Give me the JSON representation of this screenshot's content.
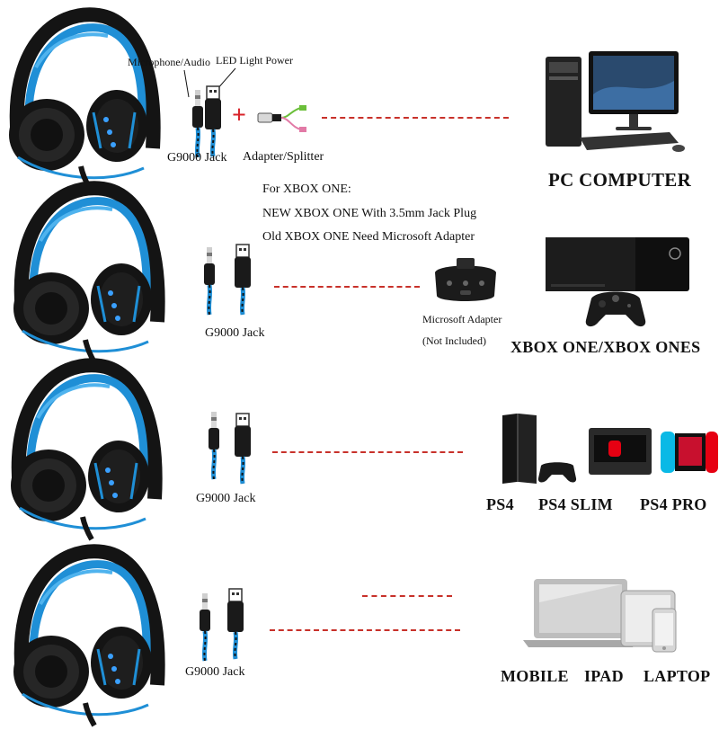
{
  "rows": [
    {
      "jack_label": "G9000 Jack",
      "mic_audio_label": "Microphone/Audio",
      "led_power_label": "LED Light Power",
      "adapter_label": "Adapter/Splitter",
      "plus": "+",
      "device_label": "PC COMPUTER"
    },
    {
      "jack_label": "G9000 Jack",
      "note_lines": [
        "For XBOX ONE:",
        "NEW XBOX ONE With 3.5mm Jack Plug",
        "Old XBOX ONE Need Microsoft Adapter"
      ],
      "adapter_label": "Microsoft Adapter",
      "adapter_note": "(Not Included)",
      "device_label": "XBOX ONE/XBOX ONES"
    },
    {
      "jack_label": "G9000 Jack",
      "device_labels": [
        "PS4",
        "PS4 SLIM",
        "PS4 PRO"
      ]
    },
    {
      "jack_label": "G9000 Jack",
      "device_labels": [
        "MOBILE",
        "IPAD",
        "LAPTOP"
      ]
    }
  ],
  "colors": {
    "accent_blue": "#1f8fd6",
    "headset_black": "#141414",
    "dash_red": "#c8312a",
    "switch_red": "#e60012",
    "switch_blue": "#0ab9e6"
  },
  "icons": [
    "headset-icon",
    "jack-plug-icon",
    "usb-plug-icon",
    "splitter-icon",
    "desktop-pc-icon",
    "xbox-console-icon",
    "controller-icon",
    "ps4-console-icon",
    "switch-console-icon",
    "laptop-icon",
    "tablet-icon",
    "phone-icon"
  ]
}
